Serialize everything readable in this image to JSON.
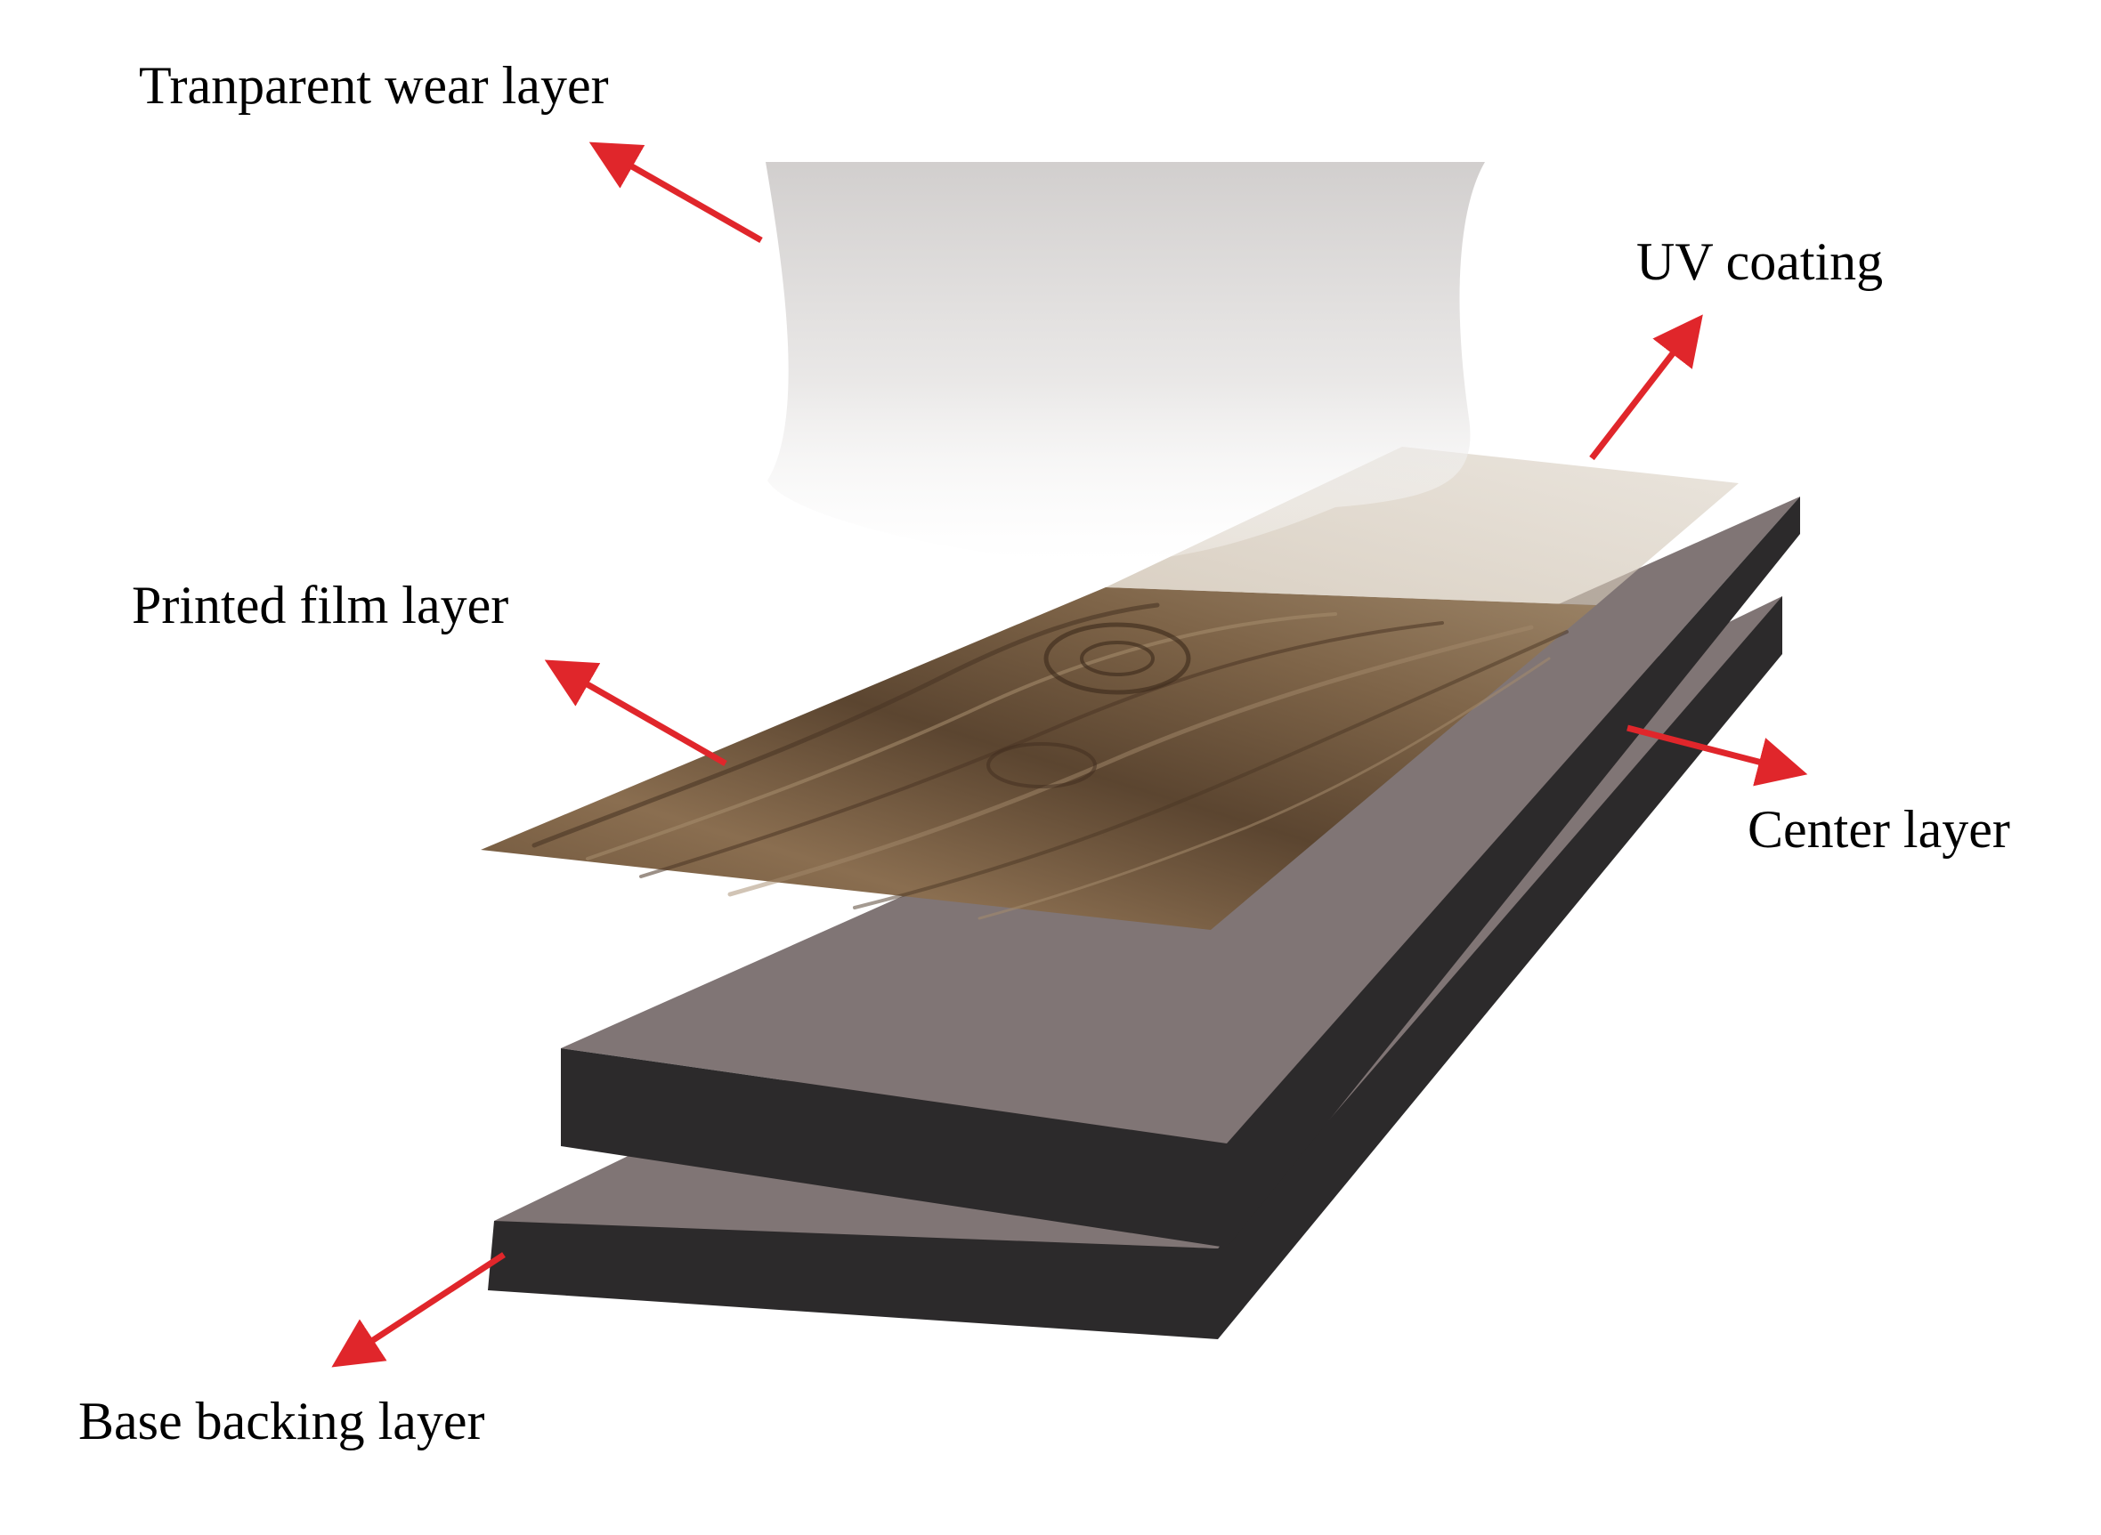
{
  "labels": {
    "wear_layer": "Tranparent wear layer",
    "uv_coating": "UV coating",
    "printed_film": "Printed film layer",
    "center_layer": "Center layer",
    "base_backing": "Base backing layer"
  },
  "colors": {
    "arrow": "#e0262b",
    "board_top": "#807575",
    "board_side": "#2c2a2b",
    "wood_dark": "#5b4530",
    "wood_mid": "#7a6047",
    "wood_light": "#b39a7c",
    "film_transparent": "#d6d3d2",
    "text": "#000000"
  }
}
